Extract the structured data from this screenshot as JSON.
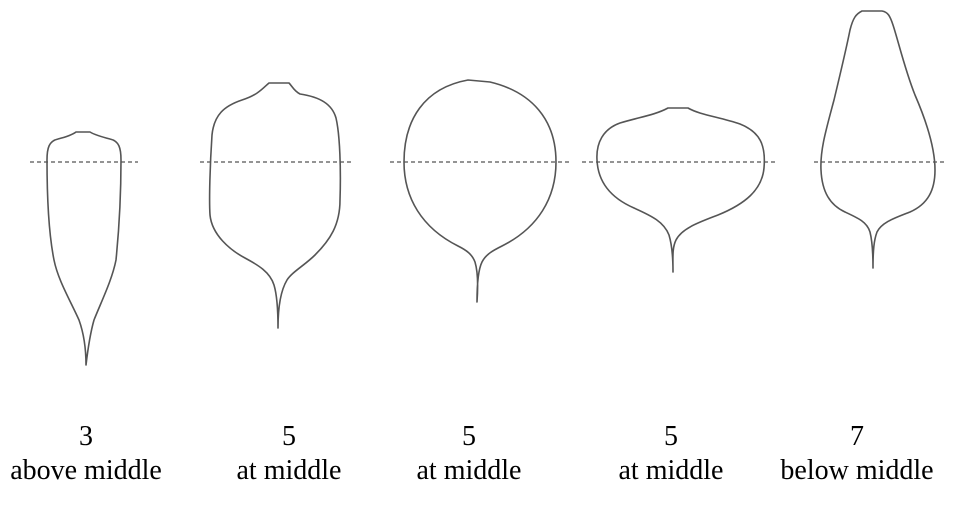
{
  "shapes": [
    {
      "value": "3",
      "position": "above middle"
    },
    {
      "value": "5",
      "position": "at middle"
    },
    {
      "value": "5",
      "position": "at middle"
    },
    {
      "value": "5",
      "position": "at middle"
    },
    {
      "value": "7",
      "position": "below middle"
    }
  ]
}
